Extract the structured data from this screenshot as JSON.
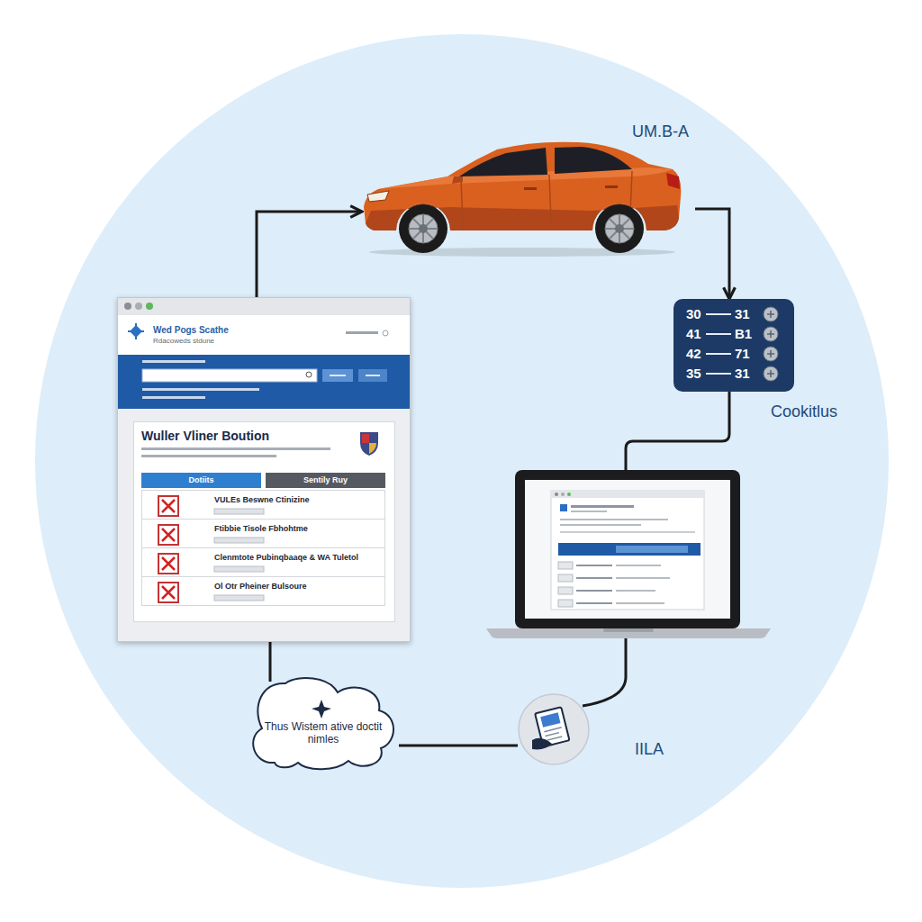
{
  "diagram": {
    "nodes": [
      {
        "text": [
          "Wed Pogs Scathe",
          "Rdacoweds stdune",
          "Wuller Vliner Boution"
        ]
      },
      {
        "text": [
          "Dotiits"
        ],
        "in": 0
      },
      {
        "text": [
          "Sentily Ruy"
        ],
        "in": 0
      },
      {
        "text": [
          "VULEs Beswne Ctinizine"
        ],
        "in": 0
      },
      {
        "text": [
          "Ftibbie Tisole Fbhohtme"
        ],
        "in": 0
      },
      {
        "text": [
          "Clenmtote Pubinqbaaqe & WA Tuletol"
        ],
        "in": 0
      },
      {
        "text": [
          "Ol Otr Pheiner Bulsoure"
        ],
        "in": 0
      },
      {
        "text": [
          "UM.B-A"
        ]
      },
      {
        "text": [
          "30",
          "31",
          "41",
          "B1",
          "42",
          "71",
          "35",
          "31"
        ]
      },
      {
        "text": [
          "IILA"
        ]
      },
      {
        "text": [
          "Thus Wistem ative doctit nimles"
        ]
      }
    ],
    "edges": [
      {
        "from": 0,
        "to": 7,
        "arrow": "to"
      },
      {
        "from": 7,
        "to": 8,
        "arrow": "to"
      },
      {
        "from": 9,
        "to": 10,
        "arrow": "none"
      },
      {
        "from": 10,
        "to": 0,
        "arrow": "none"
      }
    ],
    "labels": [
      "Cookitlus"
    ]
  }
}
